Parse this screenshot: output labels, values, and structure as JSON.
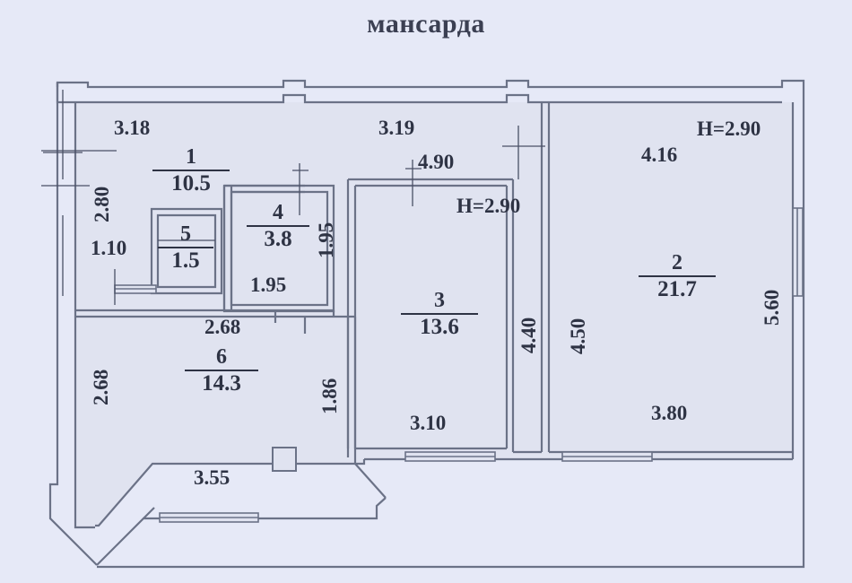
{
  "title": "мансарда",
  "plan": {
    "outer_bg": "#e6e9f7",
    "interior_fill": "#e0e3f0",
    "wall_color": "#6b7287",
    "text_color": "#2e3344"
  },
  "rooms": [
    {
      "id": "room-1",
      "number": "1",
      "area": "10.5"
    },
    {
      "id": "room-2",
      "number": "2",
      "area": "21.7"
    },
    {
      "id": "room-3",
      "number": "3",
      "area": "13.6"
    },
    {
      "id": "room-4",
      "number": "4",
      "area": "3.8"
    },
    {
      "id": "room-5",
      "number": "5",
      "area": "1.5"
    },
    {
      "id": "room-6",
      "number": "6",
      "area": "14.3"
    }
  ],
  "heights": [
    {
      "id": "height-right",
      "label": "H=2.90"
    },
    {
      "id": "height-center",
      "label": "H=2.90"
    }
  ],
  "dimensions": {
    "top_room1": "3.18",
    "top_center": "3.19",
    "top_right": "4.16",
    "center_width": "4.90",
    "left_outer": "2.80",
    "left_door": "1.10",
    "room4_v": "1.95",
    "room4_h": "1.95",
    "hall_top": "2.68",
    "hall_left": "2.68",
    "hall_right": "1.86",
    "hall_bottom": "3.55",
    "room3_v": "4.40",
    "room2_v_left": "4.50",
    "room2_v_right": "5.60",
    "room3_bottom": "3.10",
    "room2_bottom": "3.80"
  }
}
